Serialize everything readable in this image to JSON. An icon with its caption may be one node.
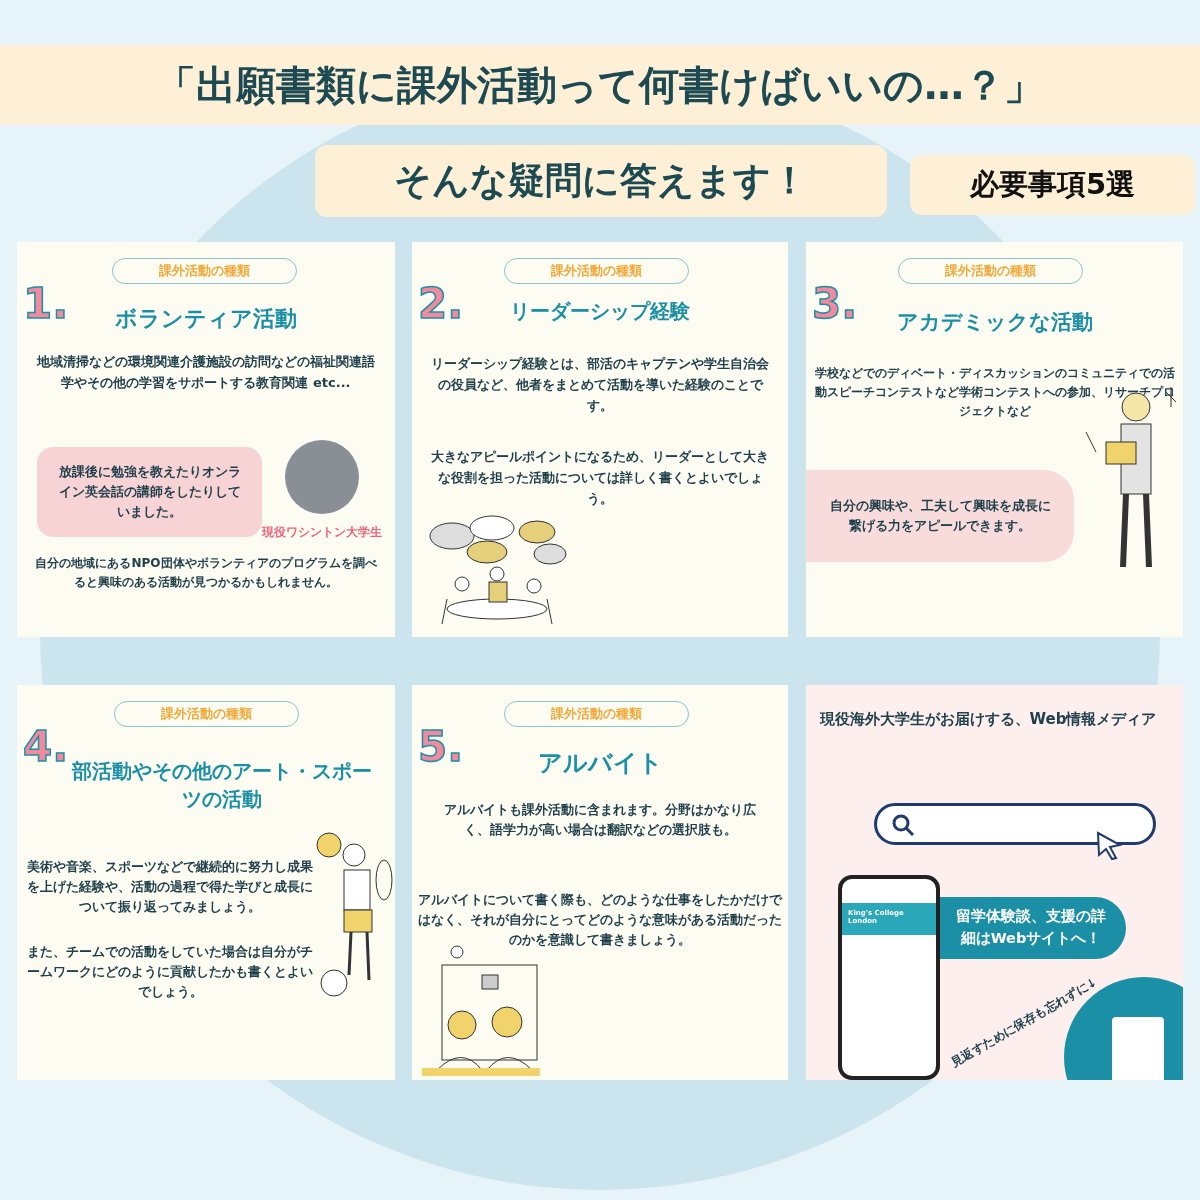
{
  "diagram": {
    "nodes": [
      {
        "text": [
          "「出願書類に課外活動って何書けばいいの…？」"
        ]
      },
      {
        "text": [
          "そんな疑問に答えます！"
        ]
      },
      {
        "text": [
          "必要事項5選"
        ]
      },
      {
        "text": [
          "1.",
          "ボランティア活動",
          "地域清掃などの環境関連介護施設の訪問などの福祉関連語学やその他の学習をサポートする教育関連 etc...",
          "自分の地域にあるNPO団体やボランティアのプログラムを調べると興味のある活動が見つかるかもしれません。"
        ]
      },
      {
        "text": [
          "課外活動の種類"
        ],
        "in": 3
      },
      {
        "text": [
          "放課後に勉強を教えたりオンライン英会話の講師をしたりしていました。"
        ],
        "in": 3,
        "beside": [
          "現役ワシントン大学生"
        ]
      },
      {
        "text": [
          "2.",
          "リーダーシップ経験",
          "リーダーシップ経験とは、部活のキャプテンや学生自治会の役員など、他者をまとめて活動を導いた経験のことです。",
          "大きなアピールポイントになるため、リーダーとして**大きな役割を担った活動**については詳しく書くとよいでしょう。"
        ]
      },
      {
        "text": [
          "課外活動の種類"
        ],
        "in": 6
      },
      {
        "text": [
          "3.",
          "アカデミックな活動",
          "学校などでのディベート・ディスカッションのコミュニティでの活動スピーチコンテストなど学術コンテストへの参加、リサーチプロジェクトなど"
        ]
      },
      {
        "text": [
          "課外活動の種類"
        ],
        "in": 8
      },
      {
        "text": [
          "自分の興味や、工夫して興味を成長に繋げる力をアピールできます。"
        ],
        "in": 8
      },
      {
        "text": [
          "4.",
          "部活動やその他のアート・スポーツの活動",
          "美術や音楽、スポーツなどで**継続的に努力**し成果を上げた経験や、活動の過程で得た学びと成長について振り返ってみましょう。",
          "また、チームでの活動をしていた場合は自分がチームワークにどのように貢献したかも書くとよいでしょう。"
        ]
      },
      {
        "text": [
          "課外活動の種類"
        ],
        "in": 11
      },
      {
        "text": [
          "5.",
          "アルバイト",
          "アルバイトも課外活動に含まれます。分野はかなり広く、語学力が高い場合は翻訳などの選択肢も。",
          "アルバイトについて書く際も、どのような仕事をしたかだけではなく、**それが自分にとってどのような意味がある活動だったのか**を意識して書きましょう。"
        ]
      },
      {
        "text": [
          "課外活動の種類"
        ],
        "in": 13
      },
      {
        "text": [
          "**現役海外大学生**がお届けする、**Web情報メディア**"
        ]
      },
      {
        "text": [
          "留学体験談、支援の詳細はWebサイトへ！"
        ],
        "in": 15
      }
    ],
    "labels": [
      "King's College London",
      "見返すために保存も忘れずに↓"
    ]
  }
}
